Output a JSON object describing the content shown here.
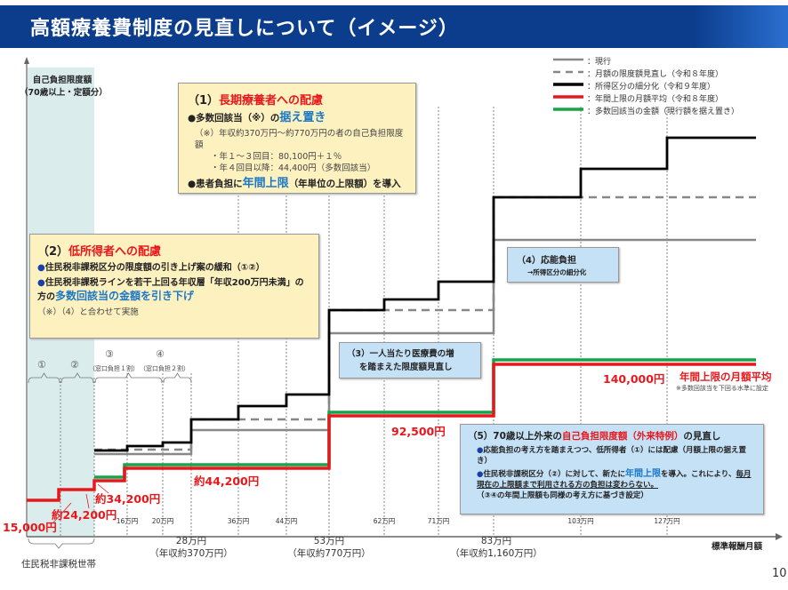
{
  "header": {
    "title": "高額療養費制度の見直しについて（イメージ）"
  },
  "y_axis": {
    "label_line1": "自己負担限度額",
    "label_line2": "（70歳以上・定額分）"
  },
  "legend": [
    {
      "label": "：現行",
      "style": "solid",
      "color": "#888888"
    },
    {
      "label": "：月額の限度額見直し（令和８年度）",
      "style": "dashed",
      "color": "#888888"
    },
    {
      "label": "：所得区分の細分化（令和９年度）",
      "style": "solid",
      "color": "#000000"
    },
    {
      "label": "：年間上限の月額平均（令和８年度）",
      "style": "solid",
      "color": "#e8171b"
    },
    {
      "label": "：多数回該当の金額（現行額を据え置き）",
      "style": "solid",
      "color": "#16a34a"
    }
  ],
  "box1": {
    "num": "（1）",
    "title": "長期療養者への配慮",
    "bullet1_a": "●多数回該当（※）の",
    "bullet1_b": "据え置き",
    "note1": "（※）年収約370万円～約770万円の者の自己負担限度額",
    "note2": "・年１～３回目：80,100円＋１％",
    "note3": "・年４回目以降：44,400円（多数回該当）",
    "bullet2_a": "●患者負担に",
    "bullet2_b": "年間上限",
    "bullet2_c": "（年単位の上限額）を導入"
  },
  "box2": {
    "num": "（2）",
    "title": "低所得者への配慮",
    "bullet1": "住民税非課税区分の限度額の引き上げ案の緩和（①②）",
    "bullet2_a": "住民税非課税ラインを若干上回る年収層「年収200万円未満」の方の",
    "bullet2_b": "多数回該当の金額を引き下げ",
    "note": "（※）（4）と合わせて実施"
  },
  "box3": {
    "line1": "（3）一人当たり医療費の増",
    "line2": "を踏まえた限度額見直し"
  },
  "box4": {
    "title": "（4）応能負担",
    "sub": "→所得区分の細分化"
  },
  "box5": {
    "title_a": "（5）70歳以上外来の",
    "title_b": "自己負担限度額（外来特例）",
    "title_c": "の見直し",
    "bullet1": "応能負担の考え方を踏まえつつ、低所得者（①）には配慮（月額上限の据え置き）",
    "bullet2_a": "住民税非課税区分（②）に対して、新たに",
    "bullet2_b": "年間上限",
    "bullet2_c": "を導入。これにより、",
    "bullet2_d": "毎月現在の上限額まで利用される方の負担は変わらない。",
    "bullet2_e": "（③④の年間上限額も同様の考え方に基づき設定）"
  },
  "categories": {
    "c1": "①",
    "c2": "②",
    "c3": "③",
    "c4": "④",
    "c3_sub": "（窓口負担１割）",
    "c4_sub": "（窓口負担２割）",
    "household": "住民税非課税世帯"
  },
  "value_labels": {
    "v1": "15,000円",
    "v2": "約24,200円",
    "v3": "約34,200円",
    "v4": "約44,200円",
    "v5": "92,500円",
    "v6": "140,000円",
    "annual_label": "年間上限の月額平均",
    "annual_note": "※多数回該当を下回る水準に設定"
  },
  "x_ticks": [
    "16万円",
    "20万円",
    "36万円",
    "44万円",
    "62万円",
    "71万円",
    "103万円",
    "127万円"
  ],
  "x_major": [
    {
      "value": "28万円",
      "income": "（年収約370万円）"
    },
    {
      "value": "53万円",
      "income": "（年収約770万円）"
    },
    {
      "value": "83万円",
      "income": "（年収約1,160万円）"
    }
  ],
  "x_axis_label": "標準報酬月額",
  "page_number": "10"
}
